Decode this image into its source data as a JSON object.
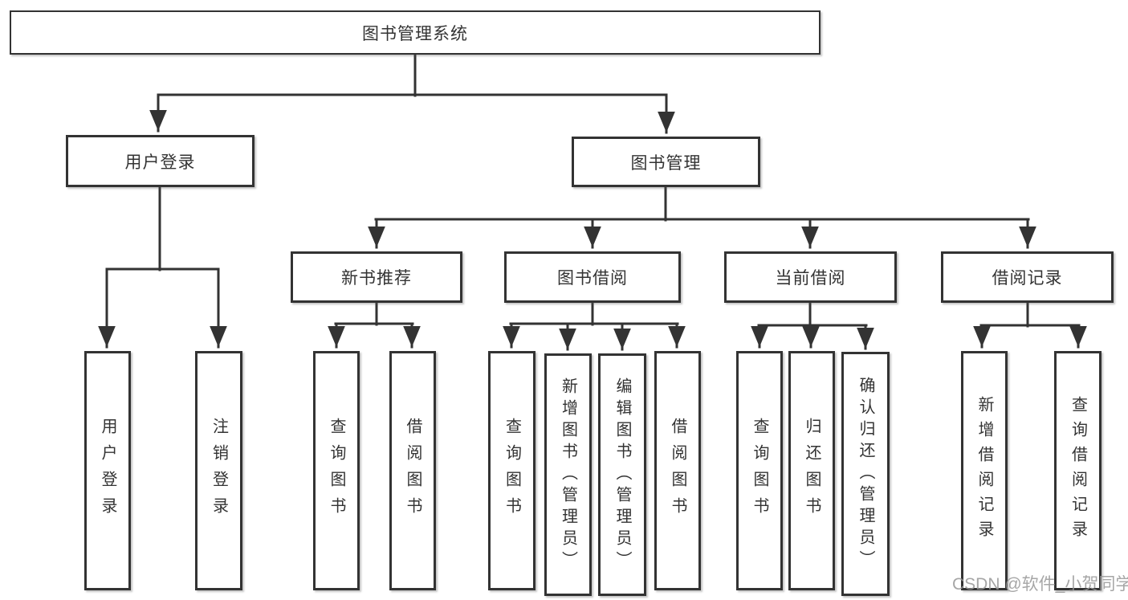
{
  "diagram": {
    "root": {
      "label": "图书管理系统"
    },
    "branches": [
      {
        "label": "用户登录",
        "children": [
          {
            "label": "用户登录"
          },
          {
            "label": "注销登录"
          }
        ]
      },
      {
        "label": "图书管理",
        "children": [
          {
            "label": "新书推荐",
            "children": [
              {
                "label": "查询图书"
              },
              {
                "label": "借阅图书"
              }
            ]
          },
          {
            "label": "图书借阅",
            "children": [
              {
                "label": "查询图书"
              },
              {
                "label": "新增图书（管理员）"
              },
              {
                "label": "编辑图书（管理员）"
              },
              {
                "label": "借阅图书"
              }
            ]
          },
          {
            "label": "当前借阅",
            "children": [
              {
                "label": "查询图书"
              },
              {
                "label": "归还图书"
              },
              {
                "label": "确认归还（管理员）"
              }
            ]
          },
          {
            "label": "借阅记录",
            "children": [
              {
                "label": "新增借阅记录"
              },
              {
                "label": "查询借阅记录"
              }
            ]
          }
        ]
      }
    ]
  },
  "watermark": {
    "text": "CSDN @软件_小贺同学"
  },
  "colors": {
    "line": "#333333",
    "text": "#333333",
    "background": "#ffffff",
    "watermark": "#969696"
  }
}
